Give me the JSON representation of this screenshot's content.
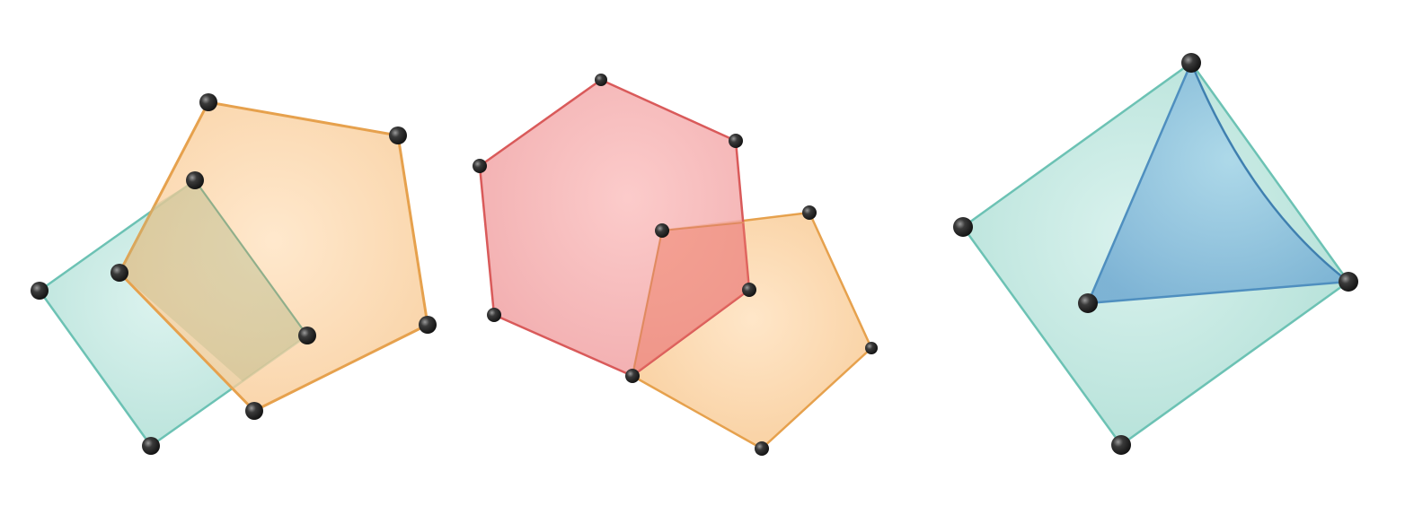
{
  "colors": {
    "teal_fill": "#bfe6de",
    "teal_edge": "#6cc2b4",
    "orange_fill": "#fcd3a3",
    "orange_edge": "#e6a14d",
    "red_fill": "#f4a7a7",
    "red_edge": "#d95a5a",
    "blue_fill": "#8fc5e0",
    "blue_edge": "#4f8fbf",
    "vertex": "#222222"
  },
  "figures": [
    {
      "name": "figure-square-pentagon",
      "shapes": [
        "square",
        "pentagon"
      ]
    },
    {
      "name": "figure-hexagon-pentagon",
      "shapes": [
        "hexagon",
        "pentagon"
      ]
    },
    {
      "name": "figure-square-triangle",
      "shapes": [
        "square",
        "triangle"
      ]
    }
  ]
}
